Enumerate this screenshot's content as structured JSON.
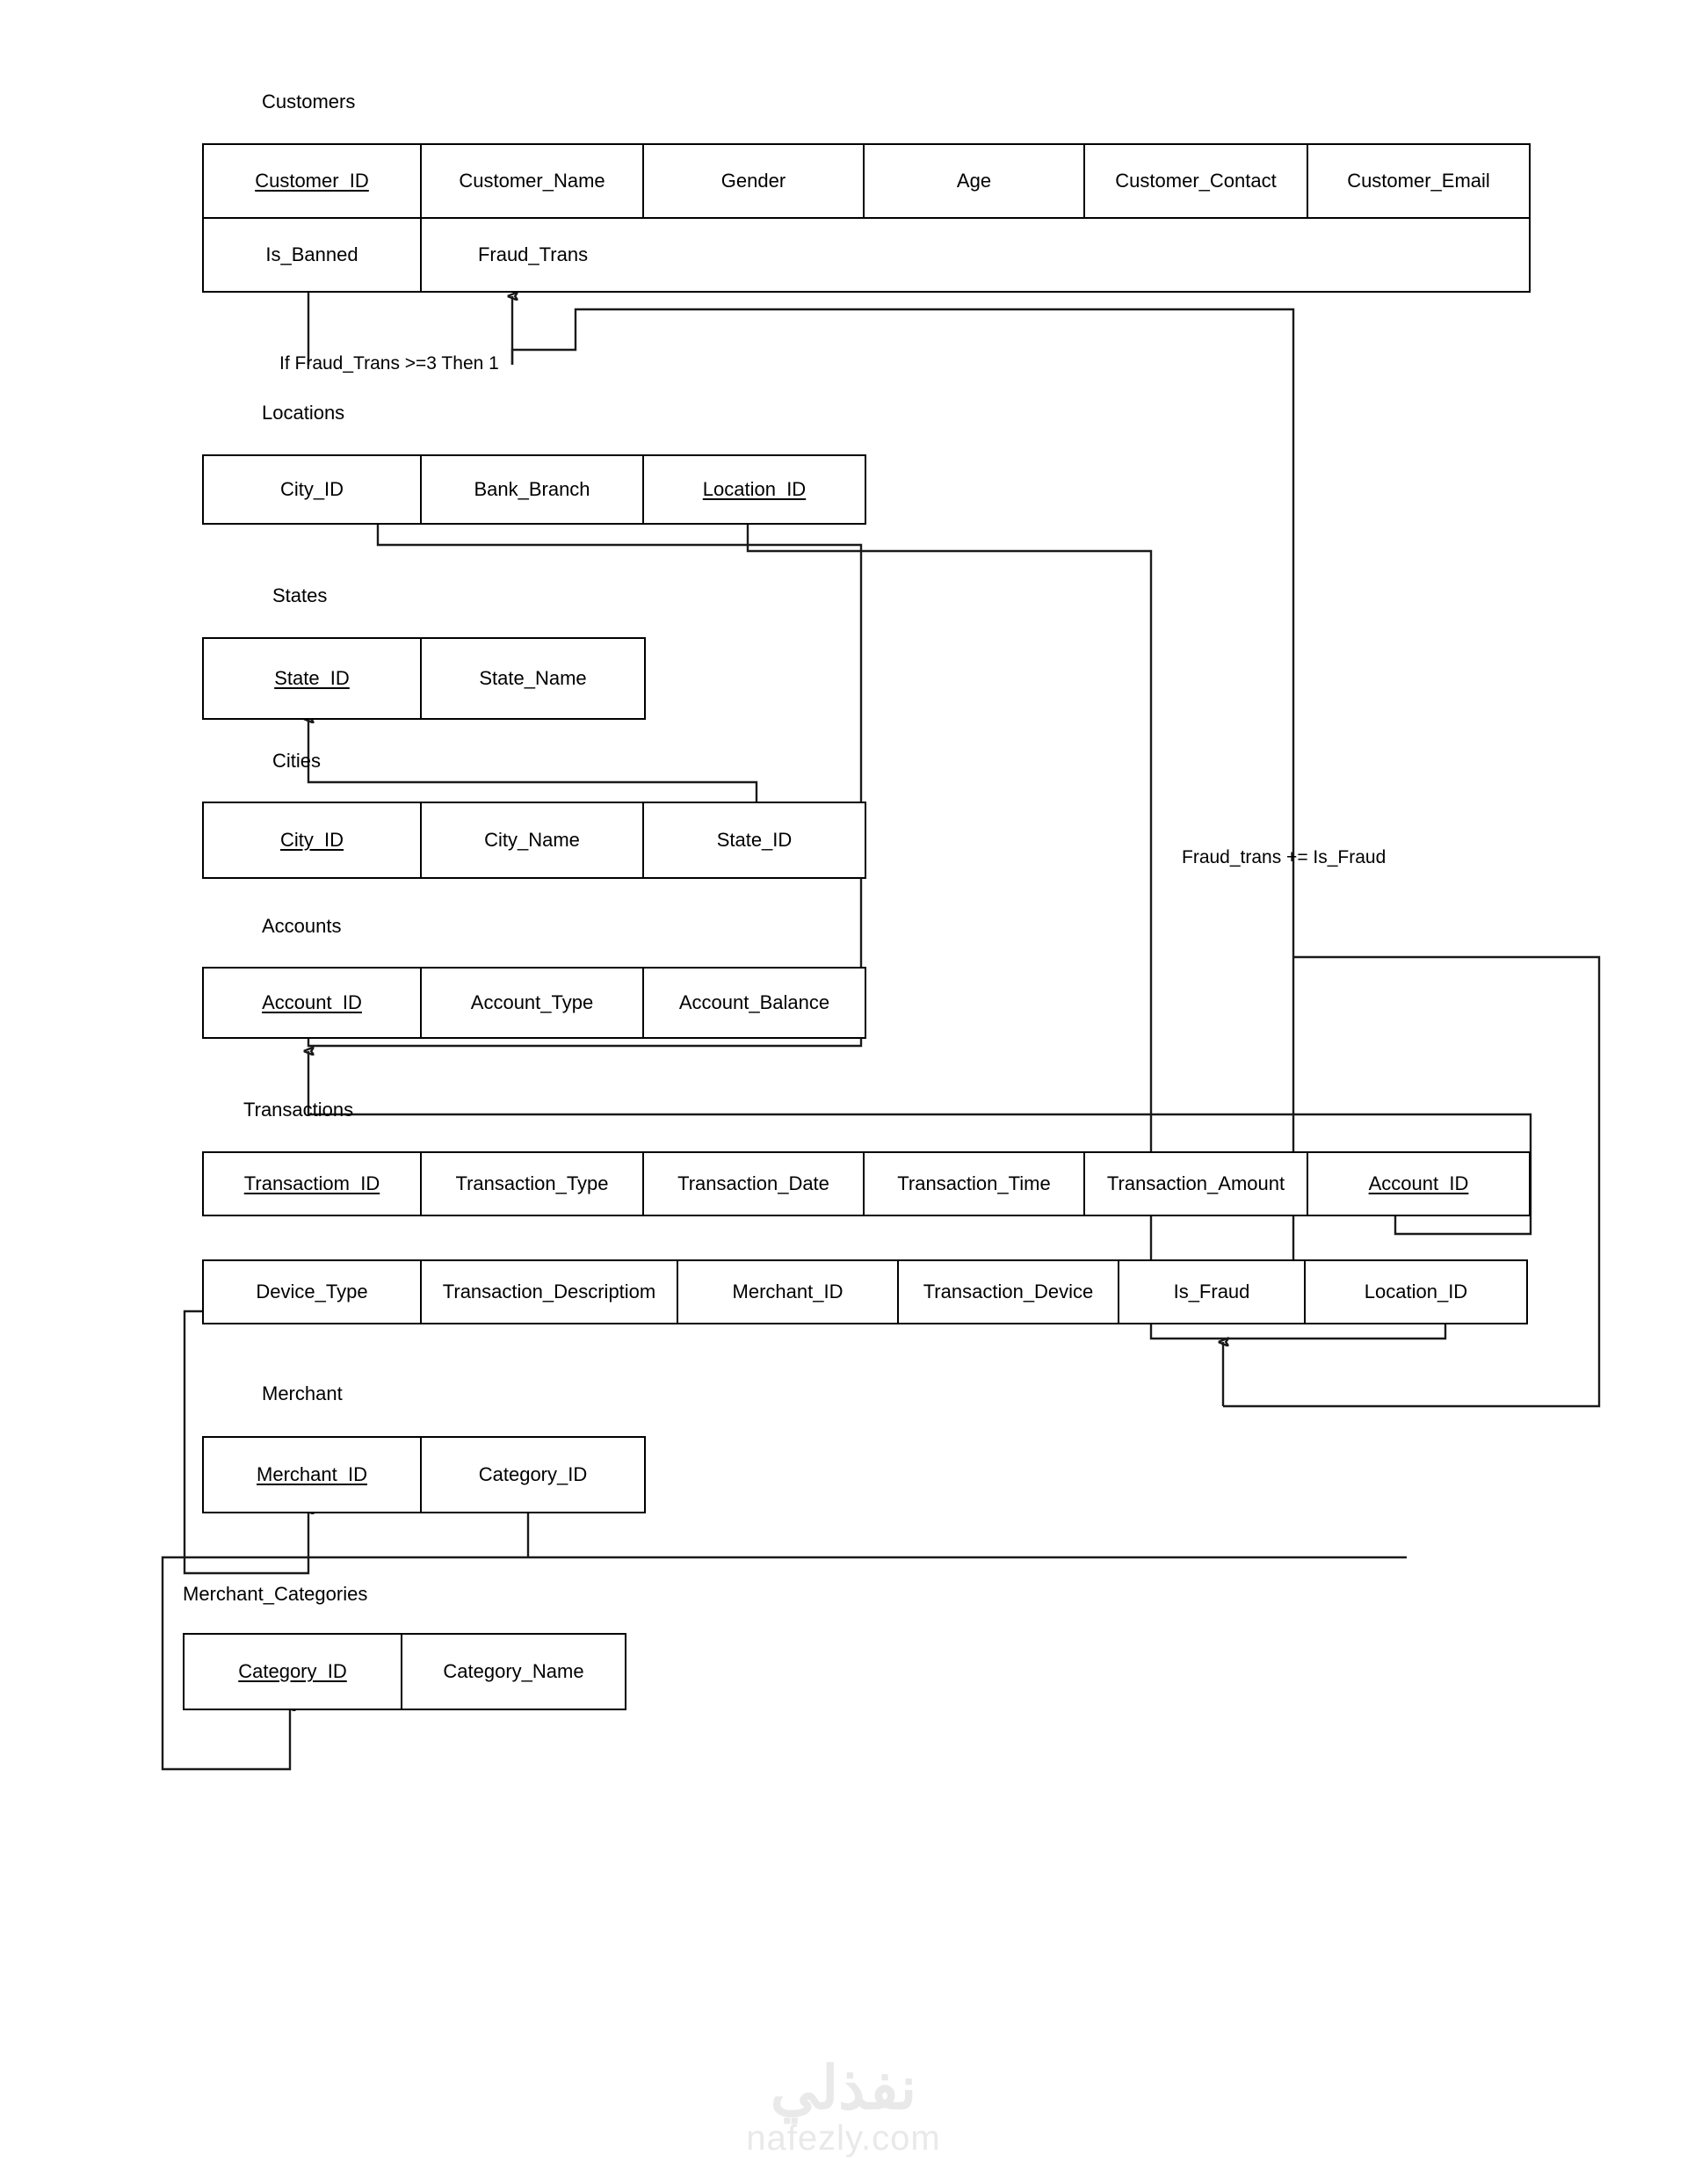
{
  "diagram": {
    "type": "er-schema",
    "background": "#ffffff",
    "line_color": "#1a1a1a",
    "text_color": "#000000"
  },
  "tables": [
    {
      "id": "customers",
      "title": "Customers",
      "rows": [
        [
          {
            "label": "Customer_ID",
            "pk": true
          },
          {
            "label": "Customer_Name",
            "pk": false
          },
          {
            "label": "Gender",
            "pk": false
          },
          {
            "label": "Age",
            "pk": false
          },
          {
            "label": "Customer_Contact",
            "pk": false
          },
          {
            "label": "Customer_Email",
            "pk": false
          }
        ],
        [
          {
            "label": "Is_Banned",
            "pk": false
          },
          {
            "label": "Fraud_Trans",
            "pk": false
          }
        ]
      ]
    },
    {
      "id": "locations",
      "title": "Locations",
      "rows": [
        [
          {
            "label": "City_ID",
            "pk": false
          },
          {
            "label": "Bank_Branch",
            "pk": false
          },
          {
            "label": "Location_ID",
            "pk": true
          }
        ]
      ]
    },
    {
      "id": "states",
      "title": "States",
      "rows": [
        [
          {
            "label": "State_ID",
            "pk": true
          },
          {
            "label": "State_Name",
            "pk": false
          }
        ]
      ]
    },
    {
      "id": "cities",
      "title": "Cities",
      "rows": [
        [
          {
            "label": "City_ID",
            "pk": true
          },
          {
            "label": "City_Name",
            "pk": false
          },
          {
            "label": "State_ID",
            "pk": false
          }
        ]
      ]
    },
    {
      "id": "accounts",
      "title": "Accounts",
      "rows": [
        [
          {
            "label": "Account_ID",
            "pk": true
          },
          {
            "label": "Account_Type",
            "pk": false
          },
          {
            "label": "Account_Balance",
            "pk": false
          }
        ]
      ]
    },
    {
      "id": "transactions",
      "title": "Transactions",
      "rows": [
        [
          {
            "label": "Transactiom_ID",
            "pk": true
          },
          {
            "label": "Transaction_Type",
            "pk": false
          },
          {
            "label": "Transaction_Date",
            "pk": false
          },
          {
            "label": "Transaction_Time",
            "pk": false
          },
          {
            "label": "Transaction_Amount",
            "pk": false
          },
          {
            "label": "Account_ID",
            "pk": true
          }
        ],
        [
          {
            "label": "Device_Type",
            "pk": false
          },
          {
            "label": "Transaction_Descriptiom",
            "pk": false
          },
          {
            "label": "Merchant_ID",
            "pk": false
          },
          {
            "label": "Transaction_Device",
            "pk": false
          },
          {
            "label": "Is_Fraud",
            "pk": false
          },
          {
            "label": "Location_ID",
            "pk": false
          }
        ]
      ]
    },
    {
      "id": "merchant",
      "title": "Merchant",
      "rows": [
        [
          {
            "label": "Merchant_ID",
            "pk": true
          },
          {
            "label": "Category_ID",
            "pk": false
          }
        ]
      ]
    },
    {
      "id": "merchant_categories",
      "title": "Merchant_Categories",
      "rows": [
        [
          {
            "label": "Category_ID",
            "pk": true
          },
          {
            "label": "Category_Name",
            "pk": false
          }
        ]
      ]
    }
  ],
  "annotations": [
    {
      "id": "fraud-rule",
      "text": "If Fraud_Trans >=3 Then 1"
    },
    {
      "id": "fraud-accum",
      "text": "Fraud_trans += Is_Fraud"
    }
  ],
  "watermark": {
    "arabic": "نفذلي",
    "latin": "nafezly.com"
  }
}
